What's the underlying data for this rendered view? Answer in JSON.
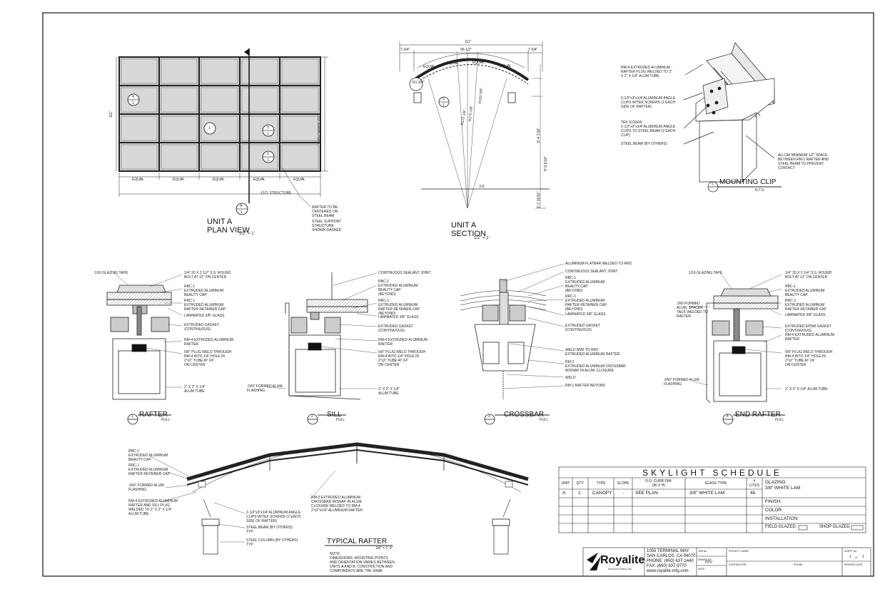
{
  "plan": {
    "title": "UNIT A\nPLAN VIEW",
    "scale": "1/2\" = 1'",
    "equal": "EQUAL",
    "od_structure": "O.D. STRUCTURE",
    "od_structure_v": "O.D. STRUCTURE",
    "dim_left": "111\"",
    "note_rafter": "RAFTER TO BE\nCENTERED ON\nSTEEL BEAM",
    "note_steel": "STEEL SUPPORT\nSTRUCTURE\nSHOWN DASHED",
    "sec_a_top": "A",
    "sec_a_bot": "1",
    "b4_top": "4",
    "b4_bot": "1",
    "b1": "1",
    "b3_top": "3",
    "b3_bot": "1",
    "b2_top": "2",
    "b2_bot": "1"
  },
  "section": {
    "title": "UNIT A\nSECTION",
    "scale": "1/2\" = 1'",
    "top_dim": "111\"",
    "left_dim": "7-3/4\"",
    "mid_dim": "95-1/2\"",
    "right_dim": "7-3/4\"",
    "equal": "EQUAL",
    "ff": "F.F.",
    "r1": "R172 1/8\"",
    "r2": "R170 1/8\"",
    "r3": "R160 5/8\"",
    "r4": "R1 3/4\"",
    "dim_a": "8'-4 7/16\"",
    "dim_b": "8'-9 5/16\"",
    "dim_c": "1'-7 11/16\"",
    "bub_top": "5",
    "bub_bot": "1"
  },
  "mount": {
    "title": "MOUNTING CLIP",
    "scale": "N.T.S.",
    "num": "1",
    "note1": "RM-4 EXTRUDED ALUMINUM\nRAFTER PLUG WELDED TO 2\"\nX 2\" X 1/4\" ALUM TUBE",
    "note2": "2-1/2\"x3\"x1/4\"ALUMINUM ANGLE\nCLIPS W/TEK SCREWS (2 EACH\nSIDE OF RAFTER)",
    "note3": "TEK SCREW\n2-1/2\"x3\"x1/4\"ALUMINUM ANGLE\nCLIPS TO STEEL BEAM (2 EACH\nCLIP)",
    "note4": "STEEL BEAM (BY OTHERS)",
    "note5": "ALLOW MINIMUM 1/2\" SPACE\nBETWEEN RM-1 RAFTER AND\nSTEEL BEAM TO PREVENT\nCONTACT"
  },
  "rafter": {
    "title": "RAFTER",
    "scale": "FULL",
    "num": "1",
    "n_tape": "1/16 GLAZING TAPE",
    "n_bolt": "1/4\" 20 X 2 1/2\" S.S. ROUND\nBOLT AT 12\" ON CENTER",
    "n_rbc": "RBC-1\nEXTRUDED ALUMINUM\nBEAUTY CAP",
    "n_rrc": "RRC-1\nEXTRUDED ALUMINUM\nRAFTER RETAINER CAP",
    "n_glass": "LAMINATED 3/8\" GLASS",
    "n_gasket": "EXTRUDED GASKET\n(CONTINUOUS)",
    "n_rm4": "RM-4 EXTRUDED ALUMINUM\nRAFTER",
    "n_plug": "5/8\" PLUG WELD THROUGH\nRM-4 INTO 1/4\" HOLE IN\n2\"x2\" TUBE  AT 24\"\nON CENTER",
    "n_tube": "2\" X 2\" X 1/4\"\nALUM TUBE"
  },
  "sill": {
    "title": "SILL",
    "scale": "FULL",
    "num": "2",
    "n_seal": "CONTINUOUS SEALANT JOINT",
    "n_rbc": "RBC-1\nEXTRUDED ALUMINUM\nBEAUTY CAP\n(BEYOND)",
    "n_rrc": "RRC-1\nEXTRUDED ALUMINUM\nRAFTER RETAINER CAP\n(BEYOND)",
    "n_glass": "LAMINATED 3/8\" GLASS",
    "n_gasket": "EXTRUDED GASKET\n(CONTINUOUS)",
    "n_rm4": "RM-4 EXTRUDED ALUMINUM\nRAFTER",
    "n_plug": "5/8\" PLUG WELD THROUGH\nRM-4 INTO 1/4\" HOLE IN\n2\"x2\" TUBE  AT 24\"\nON CENTER",
    "n_tube": "2\" X 2\" X 1/4\"\nALUM TUBE",
    "n_flash": ".040\" FORMED ALUM.\nFLASHING"
  },
  "crossbar": {
    "title": "CROSSBAR",
    "scale": "FULL",
    "num": "3",
    "n_flat": "ALUMINUM FLATBAR WELDED TO RM2",
    "n_seal": "CONTINUOUS SEALANT JOINT",
    "n_rbc": "RBC-1\nEXTRUDED ALUMINUM\nBEAUTY CAP\n(BEYOND)",
    "n_rrc": "RRC-1\nEXTRUDED ALUMINUM\nRAFTER RETAINER CAP\n(BEYOND)",
    "n_glass": "LAMINATED 3/8\" GLASS",
    "n_gasket": "EXTRUDED GASKET\n(CONTINUOUS)",
    "n_weld1": "WELD RM2 TO RM1\nEXTRUDED ALUMINUM RAFTER",
    "n_rm2": "RM-2\nEXTRUDED ALUMINUM CROSSBAR\nW/SNAP IN ALUM. CLOSURE",
    "n_weld": "WELD",
    "n_rm1": "RM-1 RAFTER BEYOND"
  },
  "endrafter": {
    "title": "END RAFTER",
    "scale": "FULL",
    "num": "4",
    "n_tape": "1/16 GLAZING TAPE",
    "n_bolt": "1/4\" 20 X 2 1/4\" S.S. ROUND\nBOLT AT 12\" ON CENTER",
    "n_rbc": "RBC-1\nEXTRUDED ALUMINUM\nBEAUTY CAP",
    "n_rrc": "RRC-1\nEXTRUDED ALUMINUM\nRAFTER RETAINER CAP",
    "n_spacer": ".090 FORMED\nALUM.  SPACER\nTACK WELDED  TO\nRAFTER",
    "n_glass": "LAMINATED 3/8\" GLASS",
    "n_gasket": "EXTRUDED EPDM GASKET\n(CONTINUOUS)",
    "n_rm4": "RM-4 EXTRUDED ALUMINUM\nRAFTER",
    "n_plug": "5/8\" PLUG WELD THROUGH\nRM-4 INTO 1/4\" HOLE IN\n2\"x2\" TUBE  AT 24\"\nON CENTER",
    "n_flash": ".040\" FORMED ALUM.\nFLASHING",
    "n_tube": "2\" X 2\" X 1/4\" ALUM TUBE"
  },
  "typical": {
    "title": "TYPICAL RAFTER",
    "scale": "1/8\" = 1'-0\"",
    "n_rbc": "RBC-1\nEXTRUDED ALUMINUM\nBEAUTY CAP",
    "n_rrc": "RRC-1\nEXTRUDED ALUMINUM\nRAFTER RETAINER CAP",
    "n_flash": ".040\" FORMED ALUM.\nFLASHING",
    "n_rm4": "RM-4 EXTRUDED ALUMINUM\nRAFTER AND SILL PLUG\nWELDED TO 2\" X 2\" X 1/4\"\nALUM TUBE",
    "n_clips": "2-1/2\"x3\"x1/4\"ALUMINUM ANGLE\nCLIPS W/TEK SCREWS (2 EACH\nSIDE OF RAFTER)",
    "n_beam": "STEEL BEAM (BY OTHERS)\nTYP",
    "n_col": "STEEL COLUMN (BY OTHERS)\nTYP",
    "n_rm2": "RM-2 EXTRUDED ALUMINUM\nCROSSBAR W/SNAP IN ALUM\nCLOSURE WELDED TO RM-4\n2\"x2\"x1/4\" ALUMINUM RAFTER",
    "note": "NOTE:\nDIMENSIONS, MOUNTING POINTS\nAND ORIENTATION VARIES BETWEEN\nUNITS A AND B. CONSTRICTION AND\nCOMPONENTS ARE THE SAME"
  },
  "schedule": {
    "title": "SKYLIGHT SCHEDULE",
    "headers": [
      "UNIT",
      "QTY.",
      "TYPE",
      "SLOPE",
      "O.D. CURB DIM.\n(W X H)",
      "GLASS TYPE",
      "#\nLITES"
    ],
    "row": [
      "A",
      "1",
      "CANOPY",
      "-",
      "SEE PLAN",
      "3/8\" WHITE LAM",
      "48"
    ],
    "glazing": "GLAZING:\n3/8\" WHITE LAM",
    "finish": "FINISH:",
    "color": "COLOR:",
    "installation": "INSTALLATION:",
    "field": "FIELD GLAZED",
    "shop": "SHOP GLAZED"
  },
  "titleblock": {
    "brand": "Royalite",
    "brand_sub": "MANUFACTURING, INC.",
    "address": "1055 TERMINAL WAY\nSAN CARLOS, CA 94070\nPHONE: (650) 637-1440\nFAX: (650) 637-9770\nwww.royalite-mfg.com",
    "job_no": "JOB No.",
    "drawn_by": "DRAWN BY:",
    "drawn_val": "PPV",
    "date": "DATE:",
    "project": "PROJECT NAME:",
    "contractor": "CONTRACTOR:",
    "phone": "PHONE:",
    "sheet_no": "SHEET No.",
    "sheet_val": "1",
    "of": "of",
    "sheet_total": "1",
    "revised": "REVISED DATE:"
  }
}
